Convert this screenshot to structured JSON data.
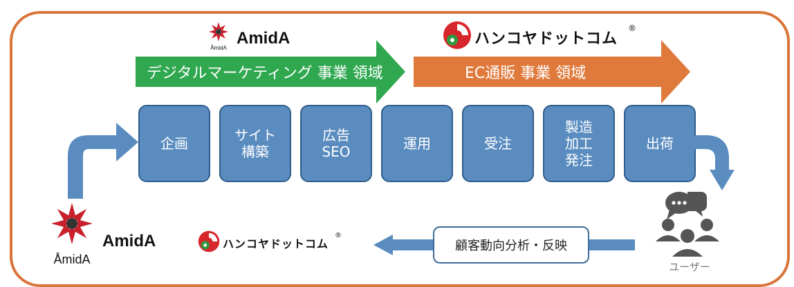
{
  "brands": {
    "amida_top": "AmidA",
    "amida_bottom": "AmidA",
    "amida_emblem_caption": "ÅmidA",
    "hankoya_top": "ハンコヤドットコム",
    "hankoya_bottom": "ハンコヤドットコム",
    "registered_mark": "®"
  },
  "banners": {
    "digital_marketing": "デジタルマーケティング 事業 領域",
    "ec_sales": "EC通販 事業 領域"
  },
  "steps": [
    {
      "label": "企画"
    },
    {
      "label": "サイト\n構築"
    },
    {
      "label": "広告\nSEO"
    },
    {
      "label": "運用"
    },
    {
      "label": "受注"
    },
    {
      "label": "製造\n加工\n発注"
    },
    {
      "label": "出荷"
    }
  ],
  "feedback": {
    "analysis": "顧客動向分析・反映",
    "users_label": "ユーザー",
    "chat_icon": "chat-bubbles-icon",
    "users_icon": "users-group-icon"
  },
  "colors": {
    "frame": "#d9743a",
    "green_banner": "#2fa84f",
    "orange_banner": "#e07a3c",
    "step_fill": "#5a8cc0",
    "step_border": "#2f5d8c",
    "arrow_blue": "#5a8cc0",
    "icon_gray": "#555555"
  }
}
